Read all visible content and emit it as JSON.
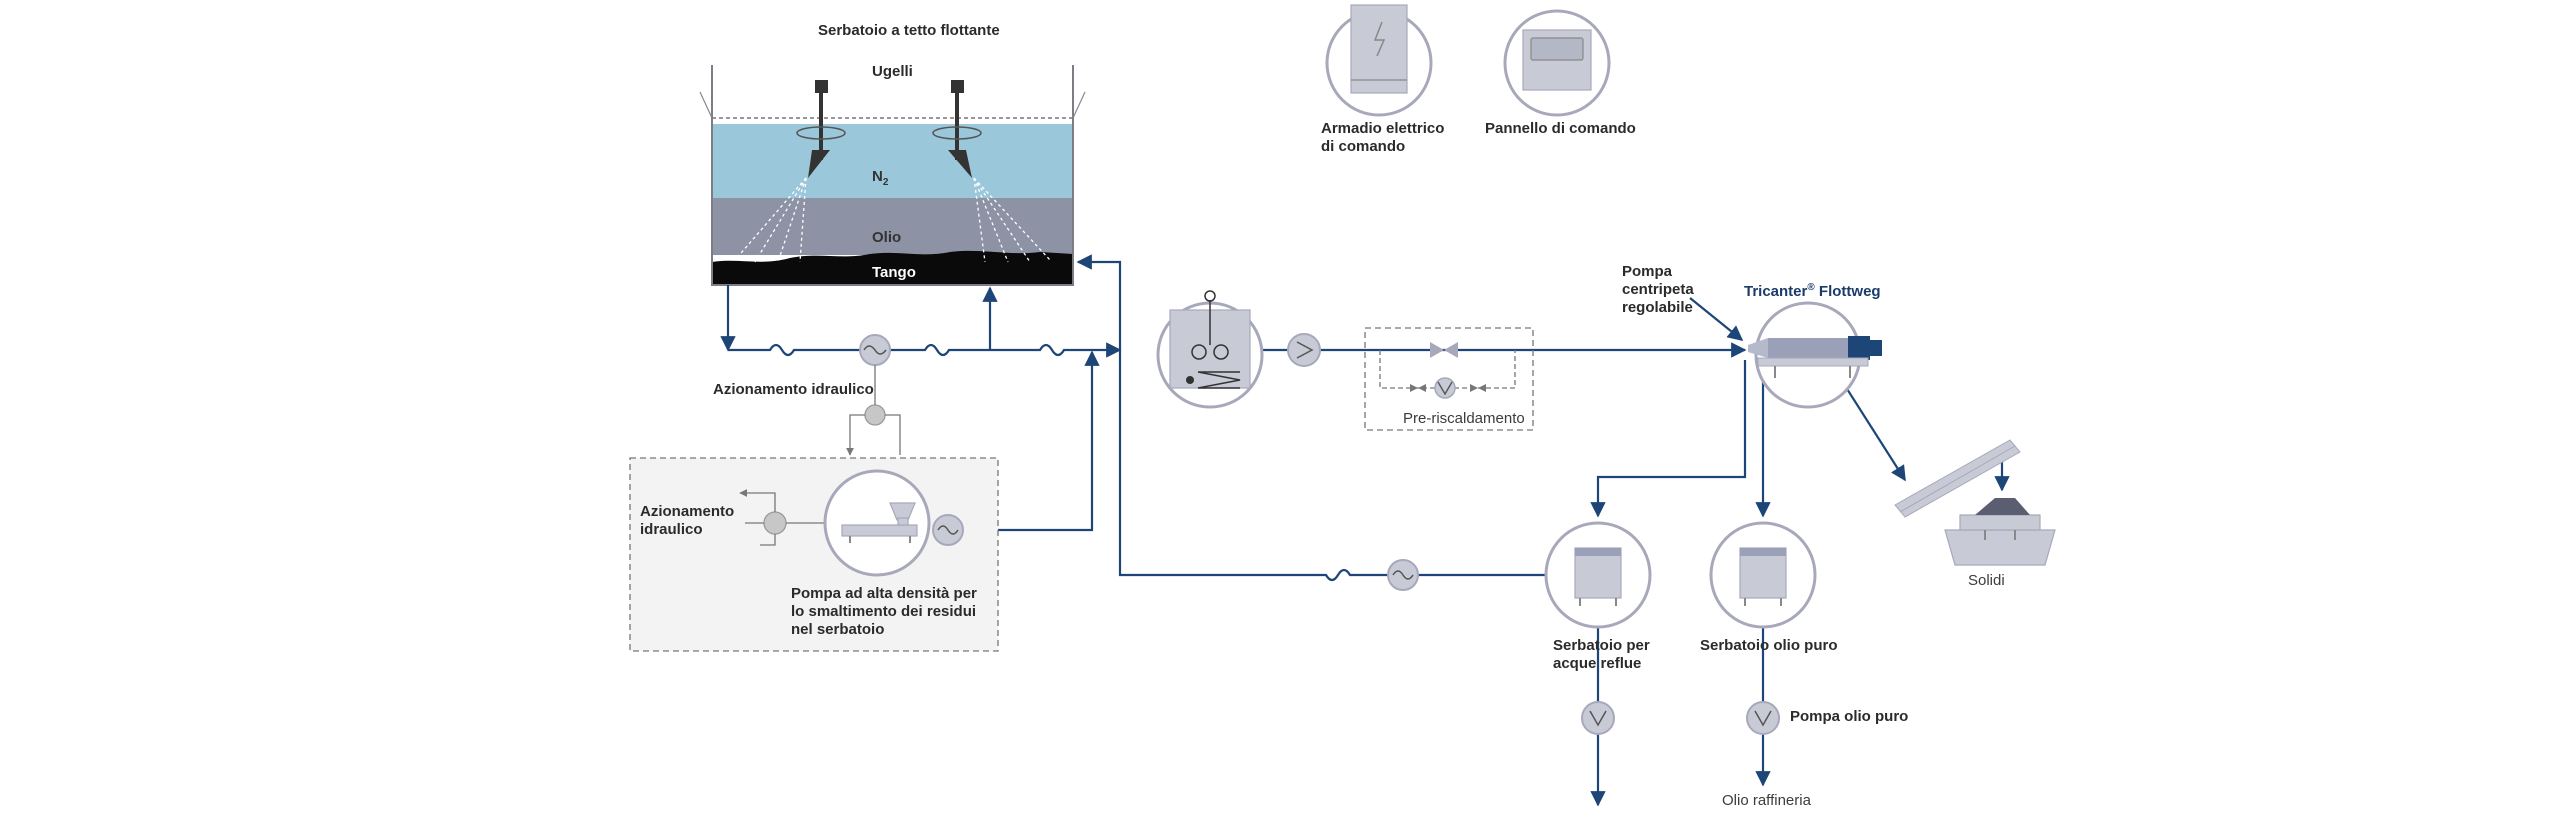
{
  "colors": {
    "flow": "#1d4578",
    "equipment_fill": "#c8cad6",
    "equipment_stroke": "#a7a9bb",
    "n2_layer": "#9bc7db",
    "oil_layer": "#8d93a5",
    "sludge_layer": "#0a0a0a",
    "subsystem_bg": "#f3f3f3",
    "brand": "#1a3b6b"
  },
  "tank": {
    "title": "Serbatoio a tetto flottante",
    "nozzles": "Ugelli",
    "n2_main": "N",
    "n2_sub": "2",
    "oil": "Olio",
    "sludge": "Tango"
  },
  "labels": {
    "hydraulic_drive_main": "Azionamento idraulico",
    "hydraulic_drive_sub_l1": "Azionamento",
    "hydraulic_drive_sub_l2": "idraulico",
    "pump_dense_l1": "Pompa ad alta densità per",
    "pump_dense_l2": "lo smaltimento dei residui",
    "pump_dense_l3": "nel serbatoio",
    "control_cabinet_l1": "Armadio elettrico",
    "control_cabinet_l2": "di comando",
    "control_panel": "Pannello di comando",
    "preheating": "Pre-riscaldamento",
    "centripetal_pump_l1": "Pompa",
    "centripetal_pump_l2": "centripeta",
    "centripetal_pump_l3": "regolabile",
    "tricanter_a": "Tricanter",
    "tricanter_reg": "®",
    "tricanter_b": " Flottweg",
    "solids": "Solidi",
    "wastewater_tank_l1": "Serbatoio per",
    "wastewater_tank_l2": "acque reflue",
    "pure_oil_tank": "Serbatoio olio puro",
    "pure_oil_pump": "Pompa olio puro",
    "refinery_oil": "Olio raffineria"
  }
}
